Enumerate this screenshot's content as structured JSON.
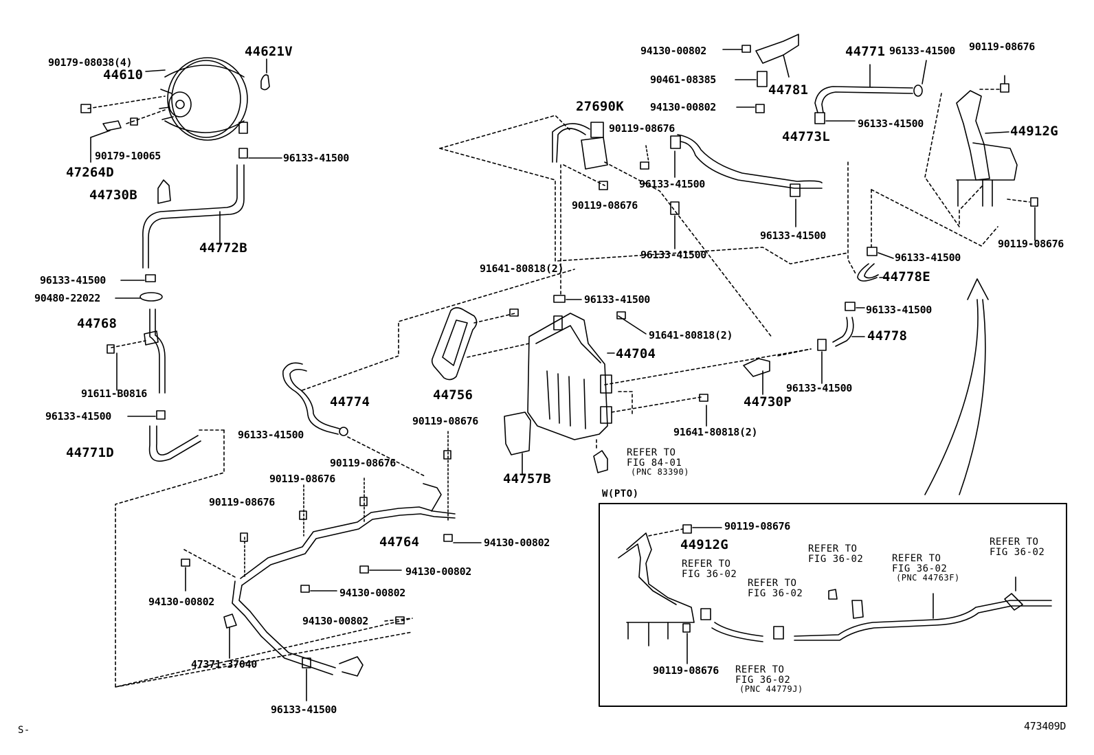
{
  "labels": {
    "l1": "90179-08038(4)",
    "l2": "44610",
    "l3": "44621V",
    "l4": "90179-10065",
    "l5": "47264D",
    "l6": "96133-41500",
    "l7": "44730B",
    "l8": "44772B",
    "l9": "96133-41500",
    "l10": "90480-22022",
    "l11": "44768",
    "l12": "91611-B0816",
    "l13": "96133-41500",
    "l14": "44771D",
    "l15": "44774",
    "l16": "96133-41500",
    "l17": "44756",
    "l18": "91641-80818(2)",
    "l19": "96133-41500",
    "l20": "91641-80818(2)",
    "l21": "44704",
    "l22": "91641-80818(2)",
    "l23": "44757B",
    "l24": "90119-08676",
    "l25": "90119-08676",
    "l26": "90119-08676",
    "l27": "90119-08676",
    "l28": "44764",
    "l29": "94130-00802",
    "l30": "94130-00802",
    "l31": "94130-00802",
    "l32": "94130-00802",
    "l33": "94130-00802",
    "l34": "47371-37040",
    "l35": "96133-41500",
    "l36": "94130-00802",
    "l37": "90461-08385",
    "l38": "94130-00802",
    "l39": "44781",
    "l40": "27690K",
    "l41": "90119-08676",
    "l42": "96133-41500",
    "l43": "90119-08676",
    "l44": "96133-41500",
    "l45": "44771",
    "l46": "96133-41500",
    "l47": "90119-08676",
    "l48": "96133-41500",
    "l49": "44773L",
    "l50": "96133-41500",
    "l51": "44912G",
    "l52": "90119-08676",
    "l53": "96133-41500",
    "l54": "44778E",
    "l55": "96133-41500",
    "l56": "44778",
    "l57": "96133-41500",
    "l58": "44730P",
    "l59": "W(PTO)",
    "l60": "90119-08676",
    "l61": "44912G",
    "l62": "90119-08676",
    "l63": "S-",
    "l64": "473409D"
  },
  "refer_notes": {
    "r1": [
      "REFER TO",
      "FIG 84-01",
      "(PNC 83390)"
    ],
    "r2": [
      "REFER TO",
      "FIG 36-02"
    ],
    "r3": [
      "REFER TO",
      "FIG 36-02"
    ],
    "r4": [
      "REFER TO",
      "FIG 36-02"
    ],
    "r5": [
      "REFER TO",
      "FIG 36-02",
      "(PNC 44763F)"
    ],
    "r6": [
      "REFER TO",
      "FIG 36-02"
    ],
    "r7": [
      "REFER TO",
      "FIG 36-02",
      "(PNC 44779J)"
    ]
  }
}
